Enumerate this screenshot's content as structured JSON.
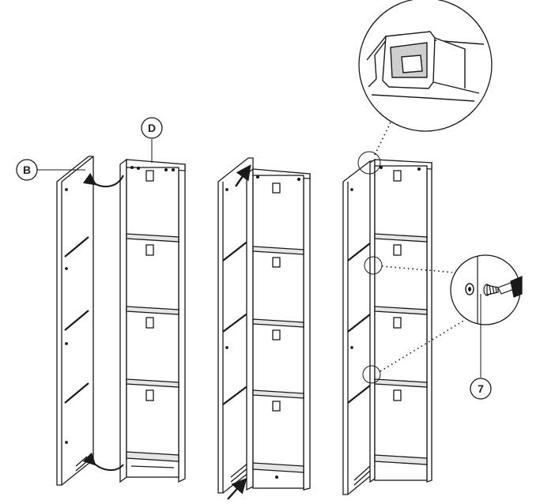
{
  "diagram": {
    "step_label_panel": "B",
    "step_label_frame": "D",
    "step_label_screw": "7",
    "colors": {
      "line": "#1a1a1a",
      "panel_fill": "#ffffff",
      "shade": "#cfcfcf",
      "background": "#ffffff"
    },
    "icons": [
      "rotate-arrow-icon",
      "insert-arrow-icon",
      "magnifier-callout-icon",
      "screw-icon",
      "screwdriver-icon"
    ]
  }
}
